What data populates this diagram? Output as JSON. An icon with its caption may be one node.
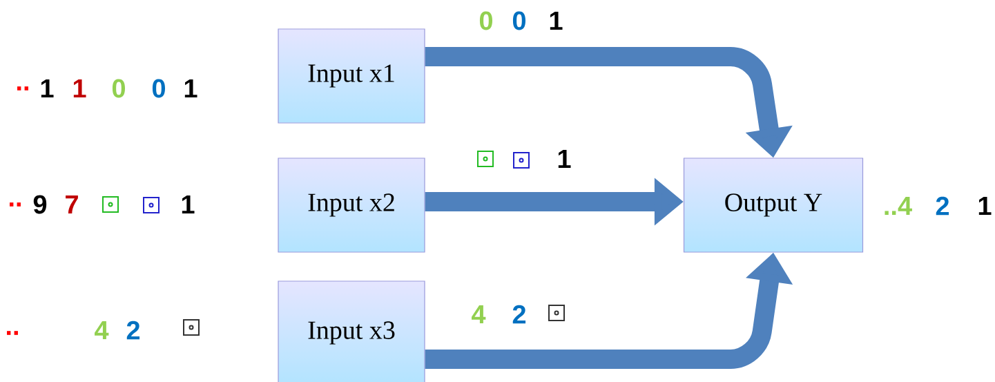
{
  "diagram": {
    "nodes": [
      {
        "text": [
          "Input x1"
        ]
      },
      {
        "text": [
          "Input x2"
        ]
      },
      {
        "text": [
          "Input x3"
        ]
      },
      {
        "text": [
          "Output Y"
        ]
      }
    ],
    "edges": [
      {
        "from": 0,
        "to": 3,
        "arrow": "to"
      },
      {
        "from": 1,
        "to": 3,
        "arrow": "to"
      },
      {
        "from": 2,
        "to": 3,
        "arrow": "to"
      }
    ],
    "labels": [
      "0",
      "0",
      "1",
      "..",
      "1",
      "1",
      "0",
      "0",
      "1",
      "1",
      "..",
      "9",
      "7",
      "1",
      "..4",
      "2",
      "1",
      "4",
      "2",
      "..",
      "4",
      "2"
    ]
  }
}
